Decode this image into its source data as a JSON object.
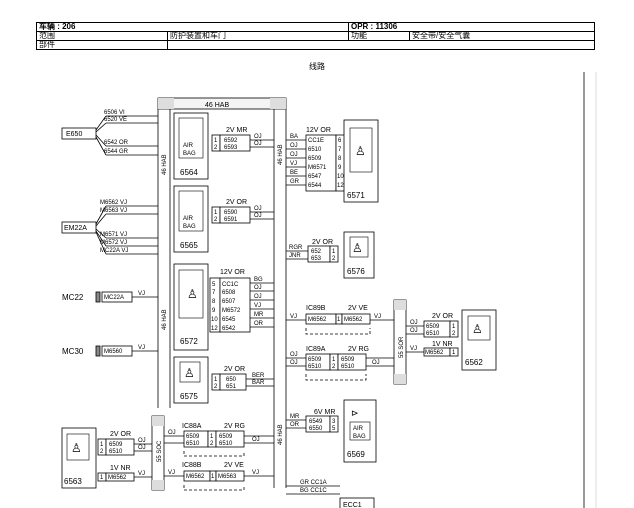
{
  "header": {
    "vehicle_label": "车辆 : 206",
    "opr_label": "OPR : 11306",
    "scope_label": "范围",
    "scope_value": "防护装置和车门",
    "function_label": "功能",
    "function_value": "安全带/安全气囊",
    "part_label": "部件"
  },
  "caption": "线路",
  "diagram": {
    "bus_label": "46 HAB",
    "e650": {
      "id": "E650",
      "wires": [
        "6506 VI",
        "6520 VE",
        "6542 OR",
        "6544 GR"
      ]
    },
    "em22a": {
      "id": "EM22A",
      "wires": [
        "M6562 VJ",
        "M6563 VJ",
        "M6571 VJ",
        "M6572 VJ",
        "MC22A VJ"
      ]
    },
    "mc22": {
      "label": "MC22",
      "conn": "MC22A",
      "wire": "VJ"
    },
    "mc30": {
      "label": "MC30",
      "conn": "M6560",
      "wire": "VJ"
    },
    "c6564": {
      "id": "6564",
      "spec": "2V MR",
      "pins": [
        "1",
        "2"
      ],
      "wires": [
        "6592",
        "6593"
      ],
      "colors": [
        "OJ",
        "OJ"
      ],
      "badge": [
        "AIR",
        "BAG"
      ]
    },
    "c6565": {
      "id": "6565",
      "spec": "2V OR",
      "pins": [
        "1",
        "2"
      ],
      "wires": [
        "6590",
        "6591"
      ],
      "colors": [
        "OJ",
        "OJ"
      ],
      "badge": [
        "AIR",
        "BAG"
      ]
    },
    "c6572": {
      "id": "6572",
      "spec": "12V OR",
      "pins": [
        "5",
        "7",
        "8",
        "9",
        "10",
        "12"
      ],
      "wires": [
        "CC1C",
        "6508",
        "6507",
        "M6572",
        "6545",
        "6542"
      ],
      "colors": [
        "BG",
        "OJ",
        "OJ",
        "VJ",
        "MR",
        "OR"
      ]
    },
    "c6575": {
      "id": "6575",
      "spec": "2V OR",
      "pins": [
        "1",
        "2"
      ],
      "wires": [
        "650",
        "651"
      ],
      "colors": [
        "BER",
        "BAR"
      ]
    },
    "c6571": {
      "id": "6571",
      "spec": "12V OR",
      "pins": [
        "6",
        "7",
        "8",
        "9",
        "10",
        "12"
      ],
      "wires": [
        "CC1E",
        "6510",
        "6509",
        "M6571",
        "6547",
        "6544"
      ],
      "colors": [
        "BA",
        "OJ",
        "OJ",
        "VJ",
        "BE",
        "GR"
      ]
    },
    "c6576": {
      "id": "6576",
      "spec": "2V OR",
      "pins": [
        "1",
        "2"
      ],
      "wires": [
        "652",
        "653"
      ],
      "colors": [
        "RGR",
        "JNR"
      ]
    },
    "ic89b": {
      "id": "IC89B",
      "spec": "2V VE",
      "wire": "M6562",
      "pin": "1",
      "color": "VJ"
    },
    "ic89a": {
      "id": "IC89A",
      "spec": "2V RG",
      "wires": [
        "6509",
        "6510"
      ],
      "pins": [
        "1",
        "2"
      ],
      "color": "OJ"
    },
    "sor55": "55 SOR",
    "c6562": {
      "id": "6562",
      "spec1": "2V OR",
      "spec2": "1V NR",
      "pins": [
        "1",
        "2",
        "1"
      ],
      "wires": [
        "6509",
        "6510",
        "M6562"
      ],
      "colors": [
        "OJ",
        "OJ",
        "VJ"
      ]
    },
    "c6569": {
      "id": "6569",
      "spec": "6V MR",
      "pins": [
        "3",
        "5"
      ],
      "wires": [
        "6549",
        "6550"
      ],
      "colors": [
        "MR",
        "OR"
      ],
      "badge": [
        "AIR",
        "BAG"
      ]
    },
    "ic88a": {
      "id": "IC88A",
      "spec": "2V RG",
      "wires": [
        "6509",
        "6510"
      ],
      "pins": [
        "1",
        "2"
      ],
      "color": "OJ"
    },
    "ic88b": {
      "id": "IC88B",
      "spec": "2V VE",
      "wires": [
        "M6562",
        "M6563"
      ],
      "pins": [
        "1",
        "1"
      ],
      "color": "VJ"
    },
    "soc55": "55 SOC",
    "c6563": {
      "id": "6563",
      "spec1": "2V OR",
      "spec2": "1V NR",
      "pins": [
        "1",
        "2",
        "1"
      ],
      "wires": [
        "6509",
        "6510",
        "M6562"
      ],
      "colors": [
        "OJ",
        "OJ",
        "VJ"
      ]
    },
    "ecc1": {
      "id": "ECC1",
      "wires": [
        "GR CC1A",
        "BG CC1C"
      ]
    }
  }
}
